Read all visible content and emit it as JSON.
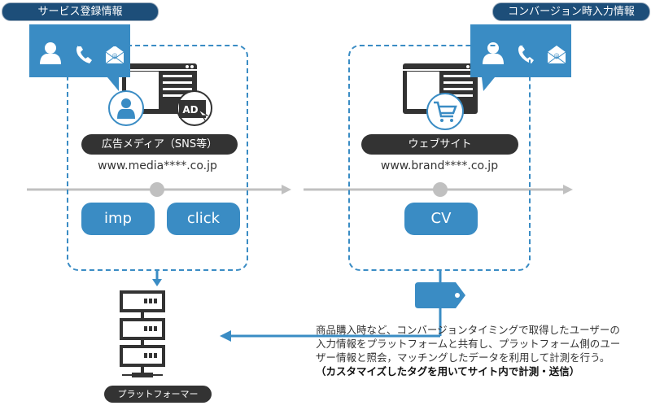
{
  "left_title": "サービス登録情報",
  "right_title": "コンバージョン時入力情報",
  "ad_media": {
    "label": "広告メディア（SNS等）",
    "url": "www.media****.co.jp",
    "ad_badge": "AD",
    "buttons": [
      "imp",
      "click"
    ]
  },
  "website": {
    "label": "ウェブサイト",
    "url": "www.brand****.co.jp",
    "buttons": [
      "CV"
    ]
  },
  "platform_label": "プラットフォーマー",
  "description": [
    "商品購入時など、コンバージョンタイミングで取得したユーザーの",
    "入力情報をプラットフォームと共有し、プラットフォーム側のユー",
    "ザー情報と照会，マッチングしたデータを利用して計測を行う。"
  ],
  "description_bold": "（カスタマイズしたタグを用いてサイト内で計測・送信）",
  "colors": {
    "accent": "#3a8cc4",
    "title": "#1d4e79",
    "dark": "#333333",
    "line": "#c0c0c0"
  }
}
